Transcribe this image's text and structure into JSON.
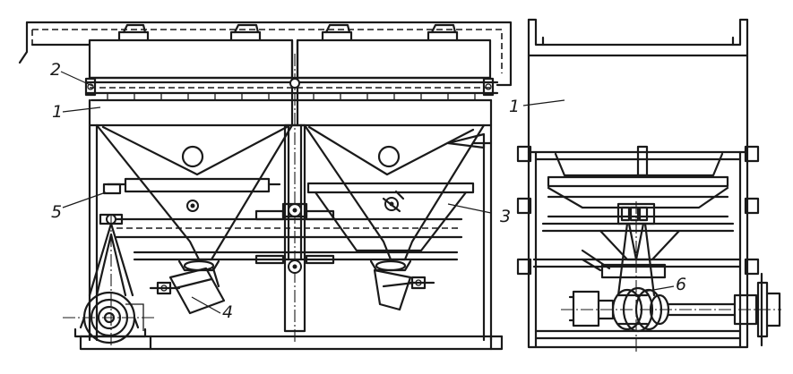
{
  "callouts": {
    "front": [
      {
        "label": "2",
        "part": "top-panel"
      },
      {
        "label": "1",
        "part": "frame-body"
      },
      {
        "label": "5",
        "part": "support-bracket"
      },
      {
        "label": "4",
        "part": "vibrator-motor"
      },
      {
        "label": "3",
        "part": "hopper-screen"
      }
    ],
    "side": [
      {
        "label": "1",
        "part": "frame-body"
      },
      {
        "label": "6",
        "part": "drive-unit"
      }
    ]
  }
}
